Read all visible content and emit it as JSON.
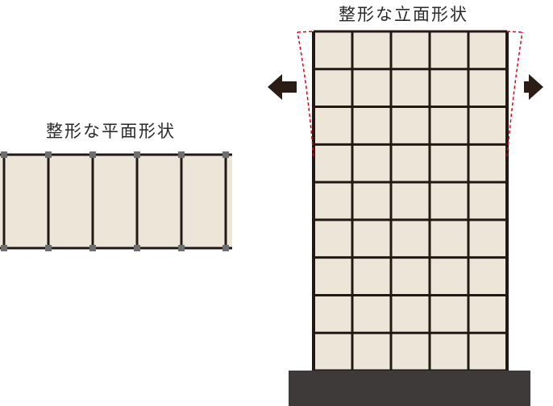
{
  "plan_diagram": {
    "label": "整形な平面形状",
    "bay_count": 5
  },
  "elevation_diagram": {
    "label": "整形な立面形状",
    "column_count": 5,
    "floor_count": 9,
    "arrows": [
      "left-arrow",
      "right-arrow"
    ]
  },
  "colors": {
    "panel_fill": "#ece6d8",
    "frame_line": "#231815",
    "joint_gray": "#6e6e6e",
    "deformation_line": "#e60012",
    "ground": "#3e3a39"
  }
}
